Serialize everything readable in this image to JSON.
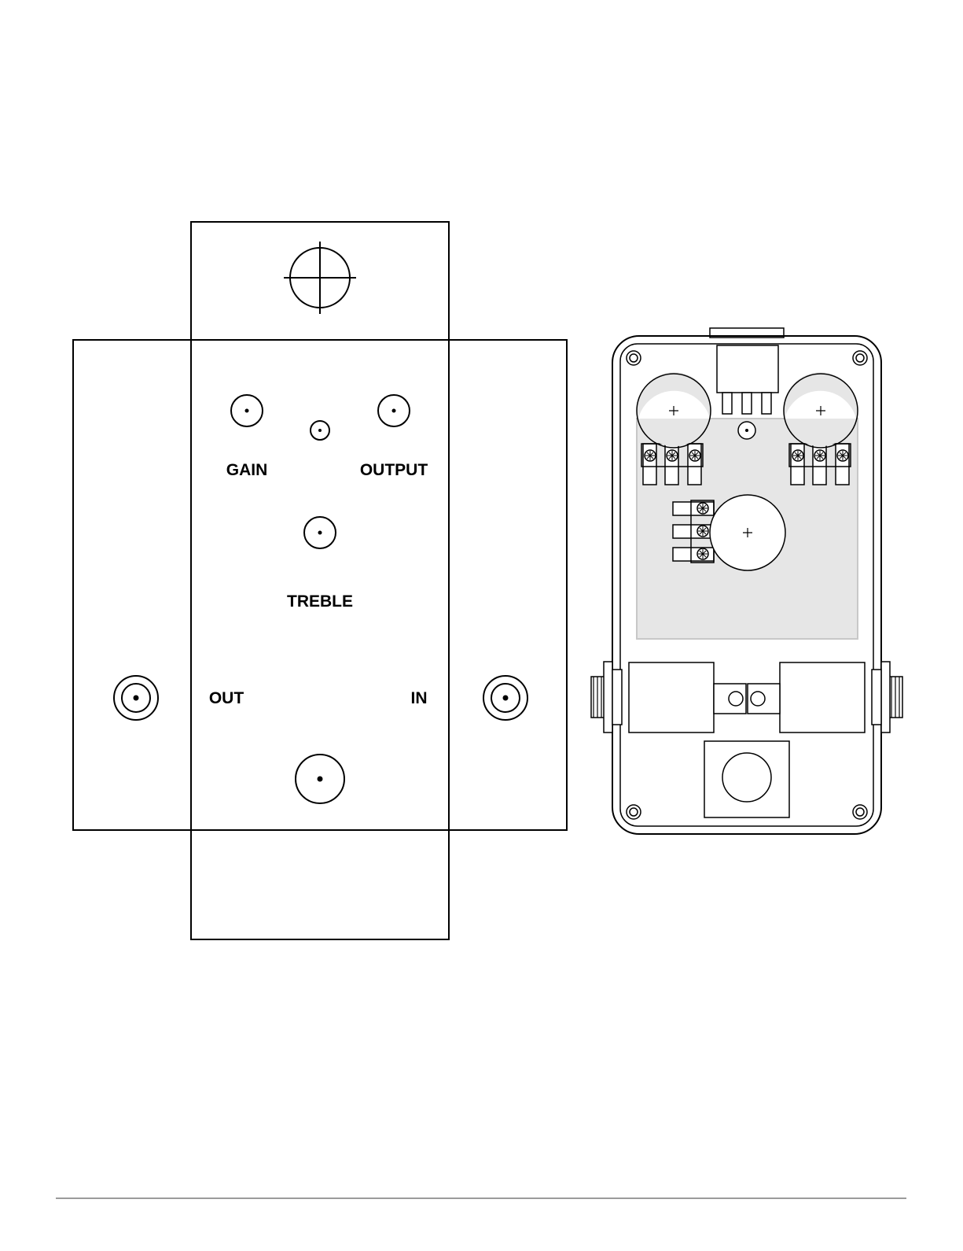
{
  "drill_template": {
    "labels": {
      "gain": "GAIN",
      "output": "OUTPUT",
      "treble": "TREBLE",
      "out": "OUT",
      "in": "IN"
    }
  },
  "colors": {
    "line": "#000000",
    "background": "#ffffff",
    "pcb_fill": "#e6e6e6",
    "pcb_stroke": "#c8c8c8",
    "footer_rule": "#7a7a7a"
  }
}
